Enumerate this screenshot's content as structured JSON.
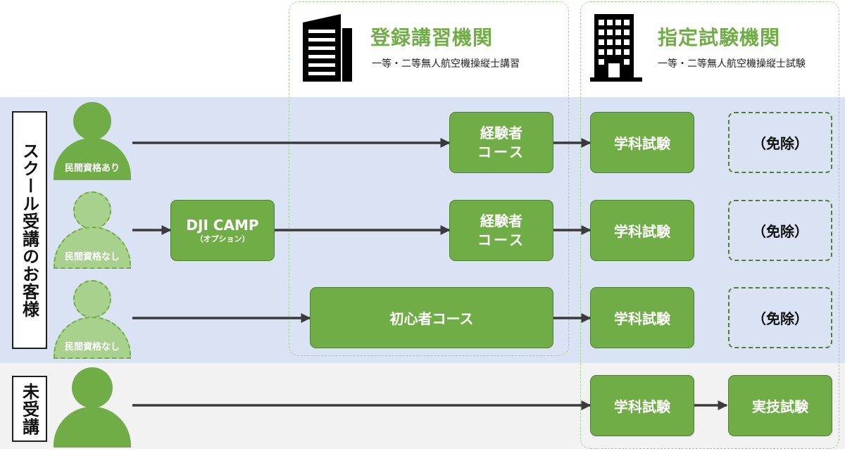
{
  "institutions": {
    "registered": {
      "title": "登録講習機関",
      "subtitle": "一等・二等無人航空機操縦士講習",
      "icon": "office-building-icon"
    },
    "designated": {
      "title": "指定試験機関",
      "subtitle": "一等・二等無人航空機操縦士試験",
      "icon": "office-building-icon"
    }
  },
  "groups": {
    "school": {
      "label": "スクール受講のお客様"
    },
    "none": {
      "label": "未受講"
    }
  },
  "people": [
    {
      "label": "民間資格あり",
      "style": "solid"
    },
    {
      "label": "民間資格なし",
      "style": "dashed"
    },
    {
      "label": "民間資格なし",
      "style": "dashed"
    },
    {
      "label": "",
      "style": "solid"
    }
  ],
  "boxes": {
    "dji_title": "DJI CAMP",
    "dji_sub": "（オプション）",
    "exp_course_1a": "経験者",
    "exp_course_1b": "コース",
    "exp_course_2a": "経験者",
    "exp_course_2b": "コース",
    "beginner": "初心者コース",
    "written_1": "学科試験",
    "written_2": "学科試験",
    "written_3": "学科試験",
    "written_4": "学科試験",
    "exempt_1": "（免除）",
    "exempt_2": "（免除）",
    "exempt_3": "（免除）",
    "practical": "実技試験"
  },
  "colors": {
    "green": "#70ad47",
    "green_border": "#507e32",
    "light_green": "#a9d18e",
    "school_band": "#dae3f3",
    "none_band": "#f2f2f2",
    "arrow": "#3a3a3a"
  }
}
